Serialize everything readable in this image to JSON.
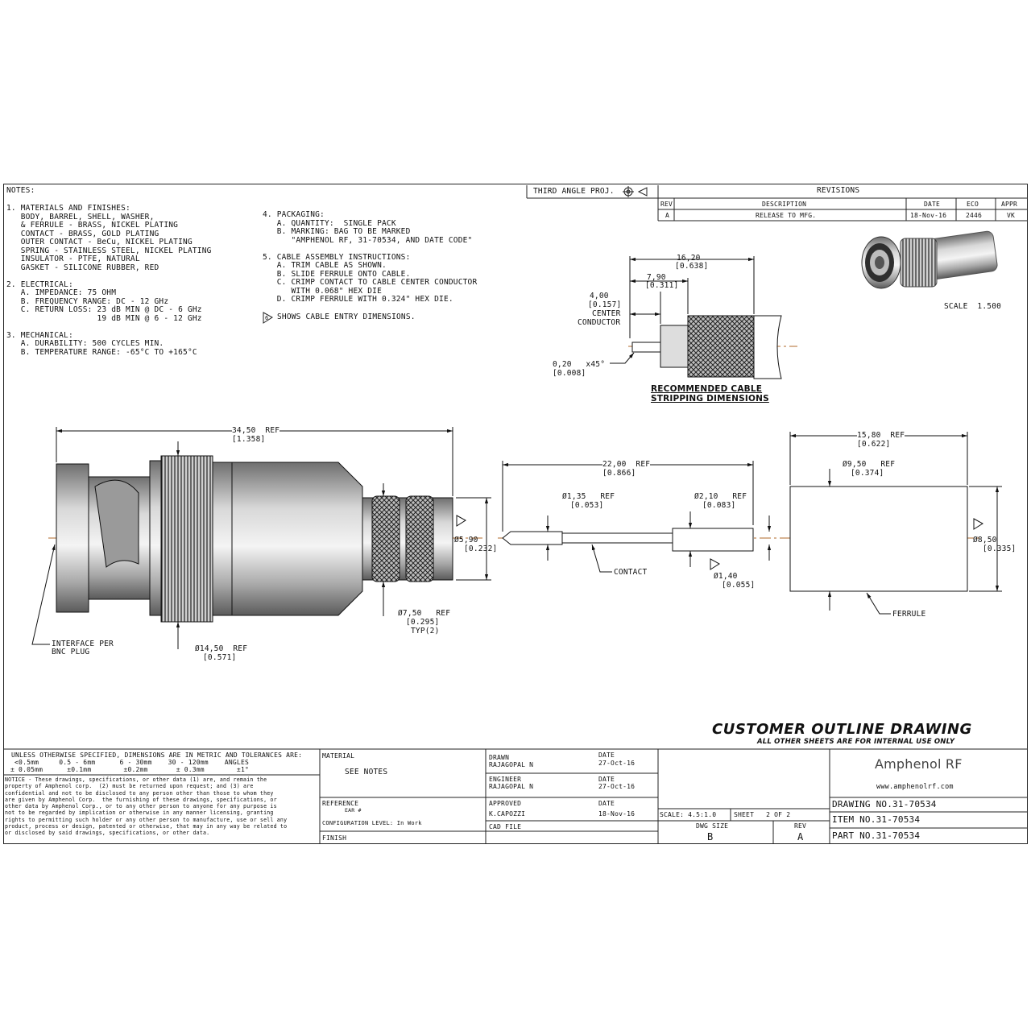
{
  "notes": {
    "title": "NOTES:",
    "col1": [
      "1. MATERIALS AND FINISHES:",
      "   BODY, BARREL, SHELL, WASHER,",
      "   & FERRULE - BRASS, NICKEL PLATING",
      "   CONTACT - BRASS, GOLD PLATING",
      "   OUTER CONTACT - BeCu, NICKEL PLATING",
      "   SPRING - STAINLESS STEEL, NICKEL PLATING",
      "   INSULATOR - PTFE, NATURAL",
      "   GASKET - SILICONE RUBBER, RED",
      "",
      "2. ELECTRICAL:",
      "   A. IMPEDANCE: 75 OHM",
      "   B. FREQUENCY RANGE: DC - 12 GHz",
      "   C. RETURN LOSS: 23 dB MIN @ DC - 6 GHz",
      "                   19 dB MIN @ 6 - 12 GHz",
      "",
      "3. MECHANICAL:",
      "   A. DURABILITY: 500 CYCLES MIN.",
      "   B. TEMPERATURE RANGE: -65°C TO +165°C"
    ],
    "col2": [
      "4. PACKAGING:",
      "   A. QUANTITY:  SINGLE PACK",
      "   B. MARKING: BAG TO BE MARKED",
      "      \"AMPHENOL RF, 31-70534, AND DATE CODE\"",
      "",
      "5. CABLE ASSEMBLY INSTRUCTIONS:",
      "   A. TRIM CABLE AS SHOWN.",
      "   B. SLIDE FERRULE ONTO CABLE.",
      "   C. CRIMP CONTACT TO CABLE CENTER CONDUCTOR",
      "      WITH 0.068\" HEX DIE",
      "   D. CRIMP FERRULE WITH 0.324\" HEX DIE."
    ],
    "flag_note": "SHOWS CABLE ENTRY DIMENSIONS.",
    "flag_number": "6"
  },
  "projection": "THIRD ANGLE PROJ.",
  "revisions": {
    "title": "REVISIONS",
    "headers": [
      "REV",
      "DESCRIPTION",
      "DATE",
      "ECO",
      "APPR"
    ],
    "row": [
      "A",
      "RELEASE TO MFG.",
      "18-Nov-16",
      "2446",
      "VK"
    ]
  },
  "scale_label": "SCALE  1.500",
  "stripping": {
    "dim_16_20": "16,20",
    "dim_0_638": "[0.638]",
    "dim_7_90": "7,90",
    "dim_0_311": "[0.311]",
    "dim_4_00": "4,00",
    "dim_0_157": "[0.157]",
    "center": "CENTER",
    "conductor": "CONDUCTOR",
    "chamfer": "0,20   x45°",
    "chamfer_in": "[0.008]",
    "title_1": "RECOMMENDED CABLE",
    "title_2": "STRIPPING DIMENSIONS"
  },
  "connector": {
    "length": "34,50  REF",
    "length_in": "[1.358]",
    "d_5_90": "Ø5,90",
    "d_5_90_in": "[0.232]",
    "d_7_50": "Ø7,50   REF",
    "d_7_50_in": "[0.295]",
    "typ": "TYP(2)",
    "d_14_50": "Ø14,50  REF",
    "d_14_50_in": "[0.571]",
    "interface_1": "INTERFACE PER",
    "interface_2": "BNC PLUG"
  },
  "contact": {
    "length": "22,00  REF",
    "length_in": "[0.866]",
    "d_1_35": "Ø1,35   REF",
    "d_1_35_in": "[0.053]",
    "d_2_10": "Ø2,10   REF",
    "d_2_10_in": "[0.083]",
    "d_1_40": "Ø1,40",
    "d_1_40_in": "[0.055]",
    "label": "CONTACT"
  },
  "ferrule": {
    "length": "15,80  REF",
    "length_in": "[0.622]",
    "d_9_50": "Ø9,50   REF",
    "d_9_50_in": "[0.374]",
    "d_8_50": "Ø8,50",
    "d_8_50_in": "[0.335]",
    "label": "FERRULE"
  },
  "banner": {
    "title": "CUSTOMER OUTLINE DRAWING",
    "subtitle": "ALL OTHER SHEETS ARE FOR INTERNAL USE ONLY"
  },
  "title_block": {
    "tolerance_head": "UNLESS OTHERWISE SPECIFIED, DIMENSIONS ARE IN METRIC AND TOLERANCES ARE:",
    "tolerance_ranges": "  <0.5mm     0.5 - 6mm      6 - 30mm    30 - 120mm    ANGLES",
    "tolerance_values": " ± 0.05mm      ±0.1mm        ±0.2mm       ± 0.3mm        ±1°",
    "notice": "NOTICE - These drawings, specifications, or other data (1) are, and remain the\nproperty of Amphenol corp.  (2) must be returned upon request; and (3) are\nconfidential and not to be disclosed to any person other than those to whom they\nare given by Amphenol Corp.  the furnishing of these drawings, specifications, or\nother data by Amphenol Corp., or to any other person to anyone for any purpose is\nnot to be regarded by implication or otherwise in any manner licensing, granting\nrights to permitting such holder or any other person to manufacture, use or sell any\nproduct, process or design, patented or otherwise, that may in any way be related to\nor disclosed by said drawings, specifications, or other data.",
    "material_label": "MATERIAL",
    "material_value": "SEE NOTES",
    "reference_label": "REFERENCE",
    "reference_value": "EAR #",
    "config_level": "CONFIGURATION LEVEL: In Work",
    "finish_label": "FINISH",
    "drawn_label": "DRAWN",
    "drawn_by": "RAJAGOPAL N",
    "drawn_date_label": "DATE",
    "drawn_date": "27-Oct-16",
    "engineer_label": "ENGINEER",
    "engineer_by": "RAJAGOPAL N",
    "engineer_date_label": "DATE",
    "engineer_date": "27-Oct-16",
    "approved_label": "APPROVED",
    "approved_by": "K.CAPOZZI",
    "approved_date_label": "DATE",
    "approved_date": "18-Nov-16",
    "cad_file_label": "CAD FILE",
    "company": "Amphenol RF",
    "website": "www.amphenolrf.com",
    "scale": "SCALE: 4.5:1.0",
    "sheet": "SHEET   2 OF 2",
    "dwg_size_label": "DWG SIZE",
    "dwg_size": "B",
    "rev_label": "REV",
    "rev": "A",
    "drawing_no": "DRAWING NO.31-70534",
    "item_no": "ITEM NO.31-70534",
    "part_no": "PART NO.31-70534"
  }
}
